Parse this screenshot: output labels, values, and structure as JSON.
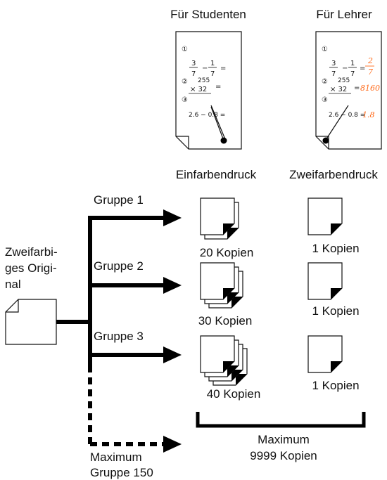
{
  "headers": {
    "students": "Für Studenten",
    "teachers": "Für Lehrer"
  },
  "worksheet": {
    "circled": [
      "①",
      "②",
      "③"
    ],
    "frac1_num": "3",
    "frac1_den": "7",
    "minus": "−",
    "frac2_num": "1",
    "frac2_den": "7",
    "equals": "=",
    "mult_top": "255",
    "mult_bottom": "× 32",
    "subtraction": "2.6 − 0.8 =",
    "answer1_num": "2",
    "answer1_den": "7",
    "answer2": "8160",
    "answer3": "1.8"
  },
  "print_modes": {
    "single": "Einfarbendruck",
    "dual": "Zweifarbendruck"
  },
  "original": {
    "line1": "Zweifarbi-",
    "line2": "ges Origi-",
    "line3": "nal"
  },
  "groups": [
    {
      "label": "Gruppe 1",
      "single_copies": "20 Kopien",
      "dual_copies": "1 Kopien"
    },
    {
      "label": "Gruppe 2",
      "single_copies": "30 Kopien",
      "dual_copies": "1 Kopien"
    },
    {
      "label": "Gruppe 3",
      "single_copies": "40 Kopien",
      "dual_copies": "1 Kopien"
    }
  ],
  "last_group": {
    "line1": "Maximum",
    "line2": "Gruppe 150"
  },
  "maximum_copies": {
    "line1": "Maximum",
    "line2": "9999 Kopien"
  },
  "colors": {
    "line": "#000000",
    "answer": "#ff6a1a"
  }
}
